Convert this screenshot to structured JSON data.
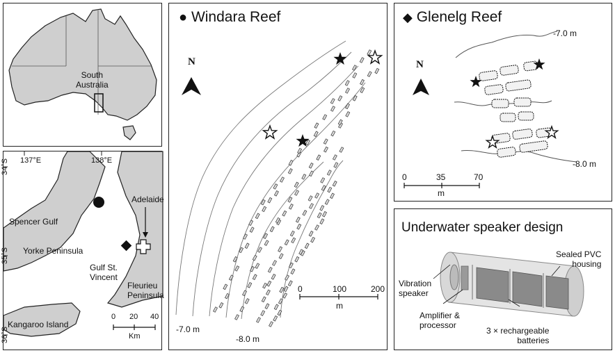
{
  "australia_map": {
    "state_label": "South Australia",
    "state_label_line1": "South",
    "state_label_line2": "Australia"
  },
  "gulf_map": {
    "lon_labels": [
      "137°E",
      "138°E"
    ],
    "lat_labels": [
      "34°S",
      "35°S",
      "36°S"
    ],
    "places": {
      "adelaide": "Adelaide",
      "spencer_gulf": "Spencer Gulf",
      "yorke_peninsula": "Yorke Peninsula",
      "gulf_st_vincent_1": "Gulf St.",
      "gulf_st_vincent_2": "Vincent",
      "fleurieu_1": "Fleurieu",
      "fleurieu_2": "Peninsula",
      "kangaroo_island": "Kangaroo Island"
    },
    "scale": {
      "ticks": [
        "0",
        "20",
        "40"
      ],
      "unit": "Km"
    }
  },
  "windara": {
    "symbol": "●",
    "title": "Windara Reef",
    "north": "N",
    "depths": [
      "-7.0 m",
      "-8.0 m"
    ],
    "scale": {
      "ticks": [
        "0",
        "100",
        "200"
      ],
      "unit": "m"
    }
  },
  "glenelg": {
    "symbol": "◆",
    "title": "Glenelg Reef",
    "north": "N",
    "depths": [
      "-7.0 m",
      "-8.0 m"
    ],
    "scale": {
      "ticks": [
        "0",
        "35",
        "70"
      ],
      "unit": "m"
    }
  },
  "speaker": {
    "title": "Underwater speaker design",
    "labels": {
      "vibration_1": "Vibration",
      "vibration_2": "speaker",
      "amp_1": "Amplifier &",
      "amp_2": "processor",
      "pvc_1": "Sealed PVC",
      "pvc_2": "housing",
      "bat_1": "3 × rechargeable",
      "bat_2": "batteries"
    }
  }
}
